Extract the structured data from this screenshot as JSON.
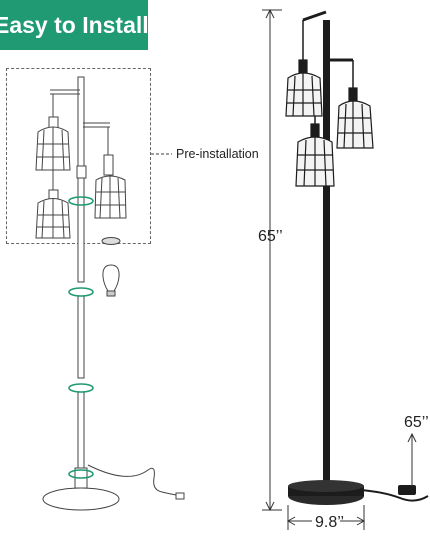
{
  "banner": {
    "text": "Easy to Install"
  },
  "callout": {
    "pre_installation": "Pre-installation"
  },
  "dimensions": {
    "height": "65’’",
    "cord": "65’’",
    "base_width": "9.8’’"
  },
  "colors": {
    "banner": "#1f9a73",
    "lamp": "#1c1c1c",
    "arrow": "#1f9a73"
  }
}
